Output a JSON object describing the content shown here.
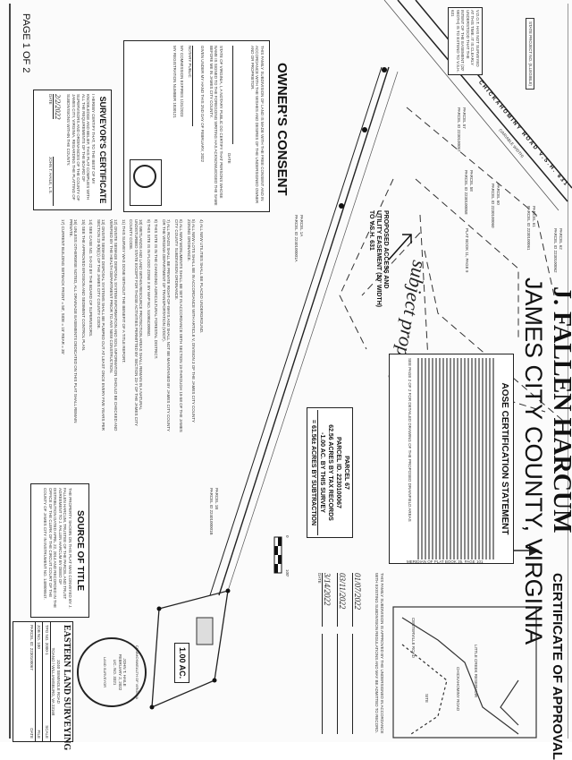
{
  "page_label": "PAGE 1 OF 2",
  "title": {
    "line1": "J. FALLEN HARCUM",
    "line2": "JAMES CITY COUNTY, VIRGINIA"
  },
  "top_note": "STATE PROJECT NO. (ILLEGIBLE)",
  "road": {
    "name": "CHICKAHOMINY ROAD V.S.H. 631",
    "row": "(VARIABLE WIDTH)"
  },
  "road_note": "V.D.O.T. HAS NOT SURVEYED AT THIS TIME. IT IS CLEARLY UNDERSTOOD THAT THE INTENT OF THE EASEMENT (20' WIDTH) IS TO EXTEND TO V.S.H. 631",
  "easement_label": "PROPOSED ACCESS AND UTILITY EASEMENT (20' WIDTH) TO V.S.H. 631",
  "handwritten_note": "subject property",
  "parcels": [
    {
      "label": "PARCEL 57",
      "id": "PARCEL ID 2230100057"
    },
    {
      "label": "PARCEL 58",
      "id": "PARCEL ID 2230100058"
    },
    {
      "label": "PARCEL 60",
      "id": "PARCEL ID 2230100060"
    },
    {
      "label": "PARCEL 61",
      "id": "PARCEL ID 2230100061"
    },
    {
      "label": "PARCEL 62",
      "id": "PARCEL ID 2230100062"
    },
    {
      "label": "PARCEL 1A",
      "id": "PARCEL ID 2240100001A"
    },
    {
      "label": "PARCEL 1B",
      "id": "PARCEL ID 2240100001B"
    }
  ],
  "plat_ref": "PLAT BOOK 11, PAGE 9",
  "parcel67": {
    "line1": "PARCEL 67",
    "line2": "PARCEL ID. 2230100067",
    "line3": "62.56 ACRES BY TAX RECORDS",
    "line4": "-1.00 AC. BY THIS SURVEY",
    "line5": "= 61.56± ACRES BY SUBTRACTION"
  },
  "lot_area": "1.00 AC.",
  "aose": {
    "heading": "AOSE CERTIFICATION STATEMENT",
    "footer": "SEE PAGE 2 OF 2 FOR DETAILED DRAWING OF THE PROPOSED DRAINFIELD AREAS"
  },
  "meridian": "MERIDIAN OF PLAT BOOK 35, PAGE 101",
  "approval": {
    "heading": "CERTIFICATE OF APPROVAL",
    "text": "THIS FAMILY SUBDIVISION IS APPROVED BY THE UNDERSIGNED IN ACCORDANCE WITH EXISTING SUBDIVISION REGULATIONS AND MAY BE ADMITTED TO RECORD.",
    "dates": [
      "01/07/2022",
      "03/11/2022",
      "3/14/2022"
    ],
    "date_label": "DATE"
  },
  "vicinity": {
    "labels": [
      "LITTLE CREEK RESERVOIR",
      "CHICKAHOMINY ROAD",
      "SITE",
      "CENTERVILLE ROAD"
    ]
  },
  "owner": {
    "heading": "OWNER'S CONSENT",
    "text": "THIS FAMILY SUBDIVISION OF LAND IS MADE WITH THE FREE CONSENT AND IN ACCORDANCE WITH THE WISHES AND DESIRES OF THE UNDERSIGNED OWNER AND OR PROPRIETOR.",
    "date_label": "DATE",
    "notary": "STATE OF VIRGINIA, I, A NOTARY PUBLIC DO CERTIFY THAT PERSONS WHOSE NAME IS SIGNED TO THE FOREGOING WRITING HAS ACKNOWLEDGED THE SAME BEFORE ME IN JAMES CITY COUNTY.",
    "given": "GIVEN UNDER MY HAND THIS 2ND DAY OF FEBRUARY, 2022",
    "notary_public": "NOTARY PUBLIC",
    "commission": "MY COMMISSION EXPIRES 1/31/2023",
    "registration": "MY REGISTRATION NUMBER 1830121"
  },
  "surveyor": {
    "heading": "SURVEYOR'S CERTIFICATE",
    "text": "I HEREBY CERTIFY THAT, TO THE BEST OF MY KNOWLEDGE AND BELIEF, THIS PLAT COMPLIES WITH ALL THE REQUIREMENTS OF THE BOARD OF SUPERVISORS AND ORDINANCES OF THE COUNTY OF JAMES CITY, VIRGINIA, REGARDING THE PLATTING OF SUBDIVISIONS WITHIN THE COUNTY.",
    "date": "2/2/2022",
    "date_label": "DATE",
    "name": "JOHN T. HAILE, L.S."
  },
  "notes": [
    "4) ALL NEW UTILITIES SHALL BE PLACED UNDERGROUND.",
    "5) ALL NEW LOTS SHALL BE IN ACCORDANCE WITH ARTICLE V, DIVISION 3 OF THE JAMES CITY COUNTY ZONING ORDINANCE.",
    "6) ALL NEW MONUMENTS SHALL BE SET IN ACCORDANCE WITH SECTION 19-THROUGH 19-58 OF THE JAMES CITY COUNTY SUBDIVISION ORDINANCE.",
    "7) ALL ROADS SHALL BE PRIVATE RIGHT-OF-WAYS AND SHALL NOT BE MAINTAINED BY JAMES CITY COUNTY OR THE VIRGINIA DEPARTMENT OF TRANSPORTATION (VDOT).",
    "8) THIS SITE IS IN THE CHANGING AGRICULTURAL FORESTAL DISTRICT.",
    "9) THIS SITE IS IN FLOOD ZONE X BY MAP NO. 51095C0095D.",
    "10) WETLANDS AND LAND WITHIN RESOURCE PROTECTION AREAS SHALL REMAIN IN A NATURAL UNDISTURBED STATE EXCEPT FOR THOSE ACTIVITIES PERMITTED BY SECTION 23-7 OF THE JAMES CITY COUNTY CODE.",
    "11) THIS SURVEY WAS DONE WITHOUT THE BENEFIT OF A TITLE REPORT.",
    "12) ONSITE SEWAGE DISPOSAL SYSTEM INFORMATION AND SOIL INFORMATION SHOULD BE CHECKED AND VERIFIED BY THE HEALTH DEPARTMENT PRIOR TO ANY NEW CONSTRUCTION.",
    "13) ONSITE SEWAGE DISPOSAL SYSTEMS SHALL BE PUMPED OUT AT LEAST ONCE EVERY FIVE YEARS PER SECTION 23-9(b)(1) OF THE JAMES CITY COUNTY CODE.",
    "14) SEE CASE NO. S-0-22 BY THE BOARD OF SUPERVISORS.",
    "15) SEE THE APPROVED EROSION AND SEDIMENT CONTROL PLAN.",
    "16) UNLESS OTHERWISE NOTED, ALL DRAINAGE EASEMENTS DEDICATED ON THIS PLAT SHALL REMAIN PRIVATE.",
    "17) CURRENT BUILDING SETBACK FRONT = 50', SIDE = 15' REAR = 35'"
  ],
  "source_title": {
    "heading": "SOURCE OF TITLE",
    "text": "THE PROPERTY SHOWN ON THIS PLAT WAS CONVEYED BY J. FALLEN HARCUM, TRUSTEE OF THE PARCEL AND TRUST AGREEMENT TO J. FALLEN HARCUM BY DEED OF DISTRIBUTION DATED APRIL 22, 2014 AND RECORDED IN THE OFFICE OF THE CLERK OF THE CIRCUIT COURT OF THE COUNTY OF JAMES CITY IN INSTRUMENT NO. 140009947."
  },
  "seal": {
    "line1": "COMMONWEALTH OF VIRGINIA",
    "line2": "JOHN T. HAILE",
    "line3": "FEBRUARY 2, 2022",
    "line4": "LIC. NO. 3321",
    "line5": "LAND SURVEYOR"
  },
  "title_block": {
    "company": "EASTERN LAND SURVEYING",
    "address1": "3240 SEMINOLE ROAD",
    "address2": "TOANO / WILLIAMSBURG, VA 23168",
    "tpo": "TPO NO. 2000-1",
    "job": "JOB NO. 100",
    "parcel": "PARCEL ID: 2230100067",
    "scale": "SCALE",
    "file": "FILE",
    "date": "DATE"
  },
  "scale_bar": {
    "start": "0",
    "end": "100'"
  }
}
